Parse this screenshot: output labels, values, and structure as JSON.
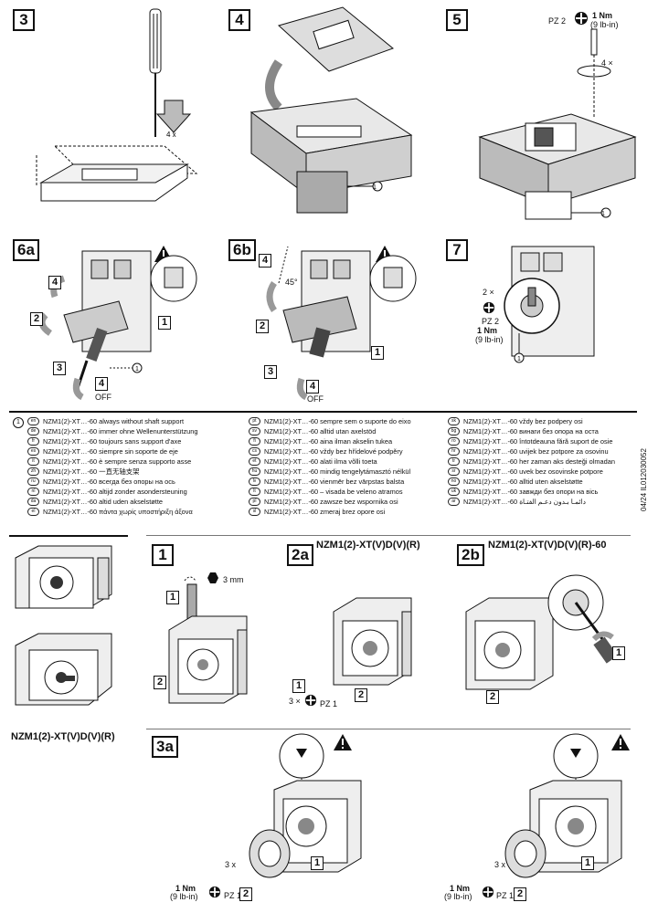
{
  "steps": {
    "s3": "3",
    "s4": "4",
    "s5": "5",
    "s6a": "6a",
    "s6b": "6b",
    "s7": "7",
    "b1": "1",
    "b2a": "2a",
    "b2b": "2b",
    "b3a": "3a"
  },
  "panel3": {
    "count": "4 x"
  },
  "panel4": {
    "callout": "1"
  },
  "panel5": {
    "tool": "PZ 2",
    "torque": "1 Nm",
    "torque_imp": "(9 lb-in)",
    "count": "4 ×",
    "callout": "1"
  },
  "panel6a": {
    "c4": "4",
    "c2": "2",
    "c1": "1",
    "c3": "3",
    "c4b": "4",
    "off": "OFF",
    "callout": "1"
  },
  "panel6b": {
    "c4": "4",
    "angle": "45°",
    "c2": "2",
    "c1": "1",
    "c3": "3",
    "c4b": "4",
    "off": "OFF"
  },
  "panel7": {
    "count": "2 ×",
    "tool": "PZ 2",
    "torque": "1 Nm",
    "torque_imp": "(9 lb-in)",
    "callout": "1"
  },
  "legend": {
    "marker": "1",
    "col1": [
      {
        "lang": "en",
        "text": "NZM1(2)-XT…-60 always without shaft support"
      },
      {
        "lang": "de",
        "text": "NZM1(2)-XT…-60 immer ohne Wellenunterstützung"
      },
      {
        "lang": "fr",
        "text": "NZM1(2)-XT…-60 toujours sans support d'axe"
      },
      {
        "lang": "es",
        "text": "NZM1(2)-XT…-60 siempre sin soporte de eje"
      },
      {
        "lang": "it",
        "text": "NZM1(2)-XT…-60 è sempre senza supporto asse"
      },
      {
        "lang": "zh",
        "text": "NZM1(2)-XT…-60 一直无轴支架"
      },
      {
        "lang": "ru",
        "text": "NZM1(2)-XT…-60 всегда без опоры на ось"
      },
      {
        "lang": "nl",
        "text": "NZM1(2)-XT…-60 altijd zonder asondersteuning"
      },
      {
        "lang": "da",
        "text": "NZM1(2)-XT…-60 altid uden akselstøtte"
      },
      {
        "lang": "el",
        "text": "NZM1(2)-XT…-60 πάντα χωρίς υποστήριξη άξονα"
      }
    ],
    "col2": [
      {
        "lang": "pt",
        "text": "NZM1(2)-XT…-60 sempre sem o suporte do eixo"
      },
      {
        "lang": "sv",
        "text": "NZM1(2)-XT…-60 alltid utan axelstöd"
      },
      {
        "lang": "fi",
        "text": "NZM1(2)-XT…-60 aina ilman akselin tukea"
      },
      {
        "lang": "cs",
        "text": "NZM1(2)-XT…-60 vždy bez hřídelové podpěry"
      },
      {
        "lang": "et",
        "text": "NZM1(2)-XT…-60 alati ilma võlli toeta"
      },
      {
        "lang": "hu",
        "text": "NZM1(2)-XT…-60 mindig tengelytámasztó nélkül"
      },
      {
        "lang": "lv",
        "text": "NZM1(2)-XT…-60 vienmēr bez vārpstas balsta"
      },
      {
        "lang": "lt",
        "text": "NZM1(2)-XT…-60 – visada be veleno atramos"
      },
      {
        "lang": "pl",
        "text": "NZM1(2)-XT…-60 zawsze bez wspornika osi"
      },
      {
        "lang": "sl",
        "text": "NZM1(2)-XT…-60 zmeraj brez opore osi"
      }
    ],
    "col3": [
      {
        "lang": "sk",
        "text": "NZM1(2)-XT…-60 vždy bez podpery osi"
      },
      {
        "lang": "bg",
        "text": "NZM1(2)-XT…-60 винаги без опора на оста"
      },
      {
        "lang": "ro",
        "text": "NZM1(2)-XT…-60 întotdeauna fără suport de osie"
      },
      {
        "lang": "hr",
        "text": "NZM1(2)-XT…-60 uvijek bez potpore za osovinu"
      },
      {
        "lang": "tr",
        "text": "NZM1(2)-XT…-60 her zaman aks desteği olmadan"
      },
      {
        "lang": "sr",
        "text": "NZM1(2)-XT…-60 uvek bez osovinske potpore"
      },
      {
        "lang": "no",
        "text": "NZM1(2)-XT…-60 alltid uten akselstøtte"
      },
      {
        "lang": "uk",
        "text": "NZM1(2)-XT…-60 завжди без опори на вісь"
      },
      {
        "lang": "ar",
        "text": "NZM1(2)-XT…-60 دائمـا بـدون دعـم الفتـاة"
      }
    ]
  },
  "docref": "04/24 IL012030052",
  "panelB1": {
    "size": "3 mm",
    "c1": "1",
    "c2": "2"
  },
  "panelB2a": {
    "title": "NZM1(2)-XT(V)D(V)(R)",
    "c1": "1",
    "count": "3 ×",
    "tool": "PZ 1",
    "c2": "2"
  },
  "panelB2b": {
    "title": "NZM1(2)-XT(V)D(V)(R)-60",
    "c1": "1",
    "c2": "2"
  },
  "panelB3": {
    "leftTitle": "NZM1(2)-XT(V)D(V)(R)",
    "l_count": "3 x",
    "l_torque": "1 Nm",
    "l_torque_imp": "(9 lb-in)",
    "l_tool": "PZ 1",
    "l_c2": "2",
    "l_c1": "1",
    "r_count": "3 x",
    "r_torque": "1 Nm",
    "r_torque_imp": "(9 lb-in)",
    "r_tool": "PZ 1",
    "r_c2": "2",
    "r_c1": "1"
  }
}
